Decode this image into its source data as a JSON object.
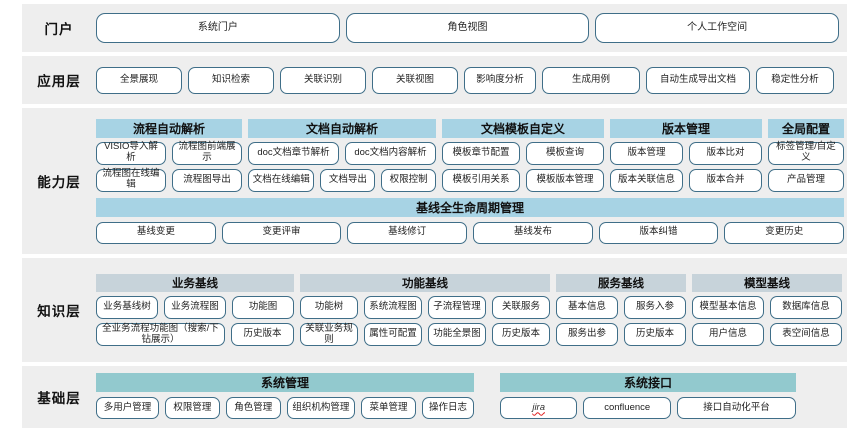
{
  "layers": [
    {
      "key": "portal",
      "label": "门户",
      "items": [
        "系统门户",
        "角色视图",
        "个人工作空间"
      ]
    },
    {
      "key": "application",
      "label": "应用层",
      "items": [
        "全景展现",
        "知识检索",
        "关联识别",
        "关联视图",
        "影响度分析",
        "生成用例",
        "自动生成导出文档",
        "稳定性分析"
      ]
    },
    {
      "key": "capability",
      "label": "能力层",
      "header_color": "#a7d3e4",
      "groups": [
        {
          "title": "流程自动解析",
          "rows": [
            [
              "VISIO导入解析",
              "流程图前端展示"
            ],
            [
              "流程图在线编辑",
              "流程图导出"
            ]
          ]
        },
        {
          "title": "文档自动解析",
          "rows": [
            [
              "doc文档章节解析",
              "doc文档内容解析"
            ],
            [
              "文档在线编辑",
              "文档导出",
              "权限控制"
            ]
          ]
        },
        {
          "title": "文档模板自定义",
          "rows": [
            [
              "模板章节配置",
              "模板查询"
            ],
            [
              "模板引用关系",
              "模板版本管理"
            ]
          ]
        },
        {
          "title": "版本管理",
          "rows": [
            [
              "版本管理",
              "版本比对"
            ],
            [
              "版本关联信息",
              "版本合并"
            ]
          ]
        },
        {
          "title": "全局配置",
          "rows": [
            [
              "标签管理/自定义"
            ],
            [
              "产品管理"
            ]
          ]
        }
      ],
      "lifecycle": {
        "title": "基线全生命周期管理",
        "items": [
          "基线变更",
          "变更评审",
          "基线修订",
          "基线发布",
          "版本纠错",
          "变更历史"
        ]
      }
    },
    {
      "key": "knowledge",
      "label": "知识层",
      "header_color": "#c7d3da",
      "groups": [
        {
          "title": "业务基线",
          "rows": [
            [
              "业务基线树",
              "业务流程图",
              "功能图"
            ],
            [
              "全业务流程功能图（搜索/下钻展示）",
              "历史版本"
            ]
          ]
        },
        {
          "title": "功能基线",
          "rows": [
            [
              "功能树",
              "系统流程图",
              "子流程管理",
              "关联服务"
            ],
            [
              "关联业务规则",
              "属性可配置",
              "功能全景图",
              "历史版本"
            ]
          ]
        },
        {
          "title": "服务基线",
          "rows": [
            [
              "基本信息",
              "服务入参"
            ],
            [
              "服务出参",
              "历史版本"
            ]
          ]
        },
        {
          "title": "模型基线",
          "rows": [
            [
              "模型基本信息",
              "数据库信息"
            ],
            [
              "用户信息",
              "表空间信息"
            ]
          ]
        }
      ]
    },
    {
      "key": "foundation",
      "label": "基础层",
      "header_color": "#92c9ce",
      "groups": [
        {
          "title": "系统管理",
          "rows": [
            [
              "多用户管理",
              "权限管理",
              "角色管理",
              "组织机构管理",
              "菜单管理",
              "操作日志"
            ]
          ]
        },
        {
          "title": "系统接口",
          "rows": [
            [
              "jira",
              "confluence",
              "接口自动化平台"
            ]
          ]
        }
      ]
    }
  ]
}
